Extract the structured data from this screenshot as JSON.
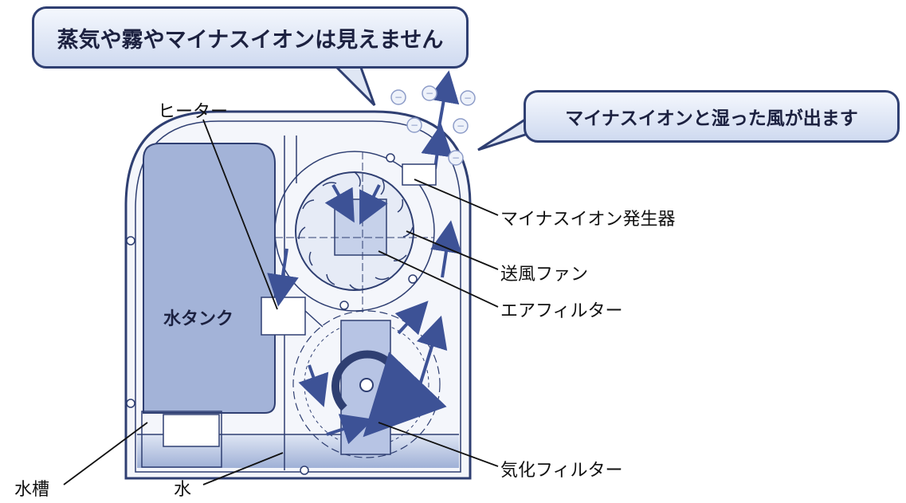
{
  "callouts": {
    "top": "蒸気や霧やマイナスイオンは見えません",
    "right": "マイナスイオンと湿った風が出ます"
  },
  "labels": {
    "heater": "ヒーター",
    "ion_generator": "マイナスイオン発生器",
    "fan": "送風ファン",
    "air_filter": "エアフィルター",
    "water_tank": "水タンク",
    "evaporative_filter": "気化フィルター",
    "water_trough": "水槽",
    "water": "水"
  },
  "ion_symbol": "−",
  "colors": {
    "outline": "#2f3f72",
    "body_fill": "#e8edf6",
    "tank_fill": "#9fb0d6",
    "arrow": "#3d5296",
    "water_fill": "#a9b8dd"
  }
}
